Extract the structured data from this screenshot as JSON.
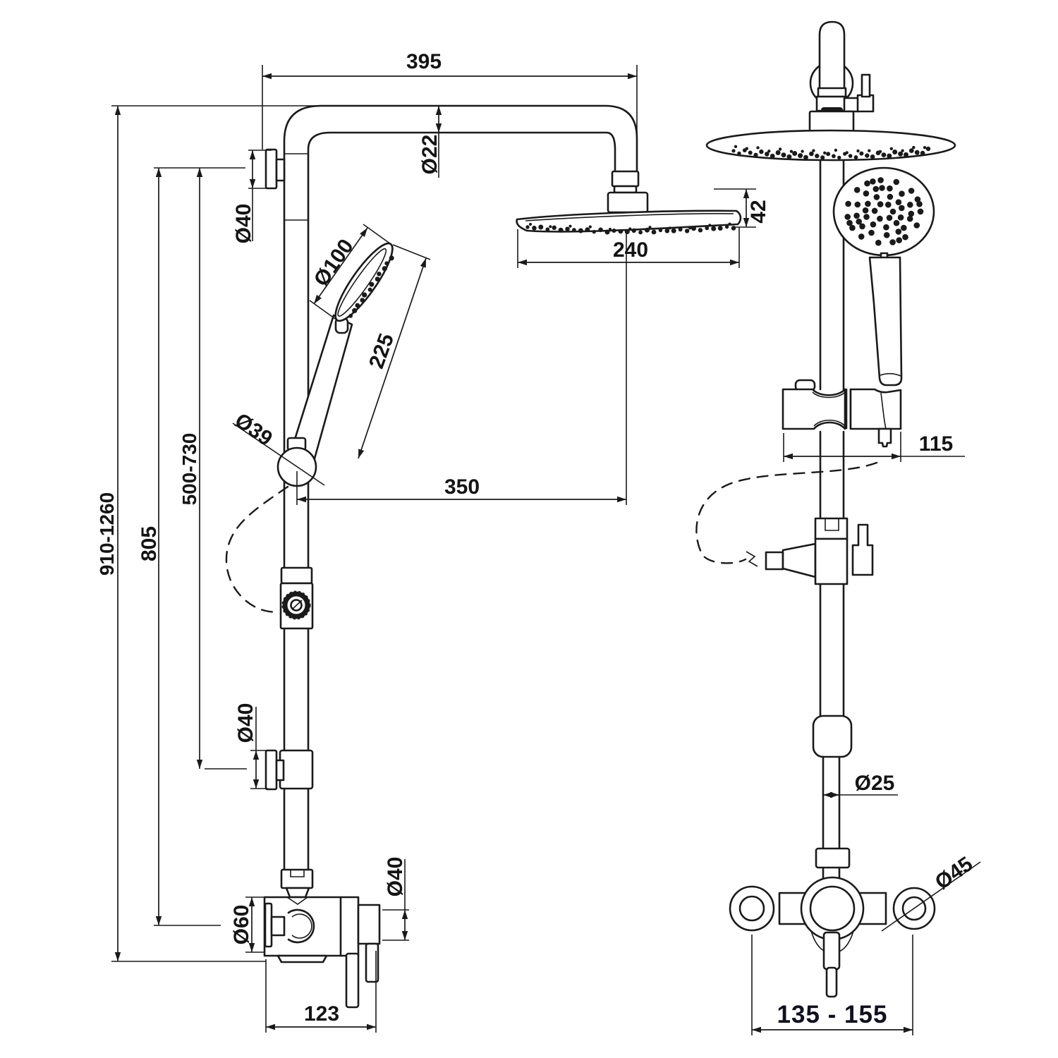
{
  "drawing": {
    "kind": "technical-dimension-drawing",
    "subject": "thermostatic shower column with overhead shower and hand shower, side and front views",
    "background_color": "#ffffff",
    "line_color": "#1a1a1a",
    "text_color": "#141414"
  },
  "dims": {
    "side_view": {
      "arm_length": "395",
      "arm_tube_dia": "Ø22",
      "top_bracket_dia": "Ø40",
      "hand_shower_dia": "Ø100",
      "hand_shower_len": "225",
      "slider_dia": "Ø39",
      "bracket_spacing": "500-730",
      "bracket_to_valve": "805",
      "overall_height": "910-1260",
      "head_offset": "350",
      "head_dia": "240",
      "head_depth": "42",
      "bottom_bracket_dia": "Ø40",
      "valve_body_dia": "Ø60",
      "outlet_dia": "Ø40",
      "valve_width": "123"
    },
    "front_view": {
      "holder_width": "115",
      "riser_dia": "Ø25",
      "flange_dia": "Ø45",
      "inlet_centers": "135 - 155"
    }
  }
}
